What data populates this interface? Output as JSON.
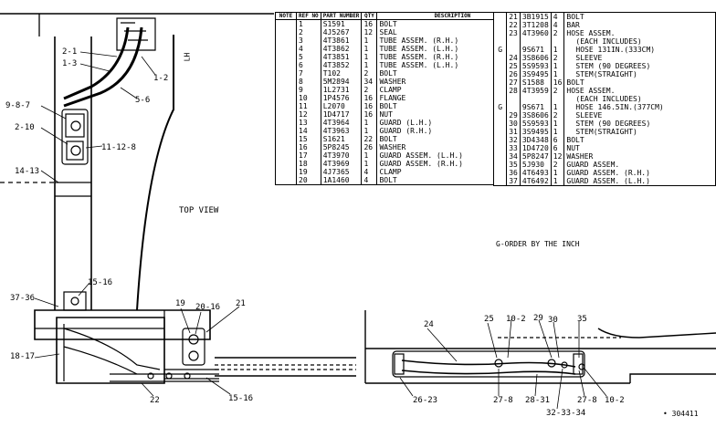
{
  "table_left": {
    "headers": [
      "NOTE",
      "REF NO",
      "PART NUMBER",
      "QTY",
      "DESCRIPTION"
    ],
    "rows": [
      [
        "",
        "1",
        "S1591",
        "16",
        "BOLT"
      ],
      [
        "",
        "2",
        "4J5267",
        "12",
        "SEAL"
      ],
      [
        "",
        "3",
        "4T3861",
        "1",
        "TUBE ASSEM. (R.H.)"
      ],
      [
        "",
        "4",
        "4T3862",
        "1",
        "TUBE ASSEM. (L.H.)"
      ],
      [
        "",
        "5",
        "4T3851",
        "1",
        "TUBE ASSEM. (R.H.)"
      ],
      [
        "",
        "6",
        "4T3852",
        "1",
        "TUBE ASSEM. (L.H.)"
      ],
      [
        "",
        "7",
        "T102",
        "2",
        "BOLT"
      ],
      [
        "",
        "8",
        "5M2894",
        "34",
        "WASHER"
      ],
      [
        "",
        "9",
        "1L2731",
        "2",
        "CLAMP"
      ],
      [
        "",
        "10",
        "1P4576",
        "16",
        "FLANGE"
      ],
      [
        "",
        "11",
        "L2070",
        "16",
        "BOLT"
      ],
      [
        "",
        "12",
        "1D4717",
        "16",
        "NUT"
      ],
      [
        "",
        "13",
        "4T3964",
        "1",
        "GUARD (L.H.)"
      ],
      [
        "",
        "14",
        "4T3963",
        "1",
        "GUARD (R.H.)"
      ],
      [
        "",
        "15",
        "S1621",
        "22",
        "BOLT"
      ],
      [
        "",
        "16",
        "5P8245",
        "26",
        "WASHER"
      ],
      [
        "",
        "17",
        "4T3970",
        "1",
        "GUARD ASSEM. (L.H.)"
      ],
      [
        "",
        "18",
        "4T3969",
        "1",
        "GUARD ASSEM. (R.H.)"
      ],
      [
        "",
        "19",
        "4J7365",
        "4",
        "CLAMP"
      ],
      [
        "",
        "20",
        "1A1460",
        "4",
        "BOLT"
      ]
    ]
  },
  "table_right": {
    "rows": [
      [
        "",
        "21",
        "3B1915",
        "4",
        "BOLT",
        false
      ],
      [
        "",
        "22",
        "3T1208",
        "4",
        "BAR",
        false
      ],
      [
        "",
        "23",
        "4T3960",
        "2",
        "HOSE ASSEM.",
        false
      ],
      [
        "",
        "",
        "",
        "",
        "(EACH INCLUDES)",
        true
      ],
      [
        "G",
        "",
        "9S671",
        "1",
        "HOSE 131IN.(333CM)",
        true
      ],
      [
        "",
        "24",
        "3S8606",
        "2",
        "SLEEVE",
        true
      ],
      [
        "",
        "25",
        "5S9593",
        "1",
        "STEM (90 DEGREES)",
        true
      ],
      [
        "",
        "26",
        "3S9495",
        "1",
        "STEM(STRAIGHT)",
        true
      ],
      [
        "",
        "27",
        "S1588",
        "16",
        "BOLT",
        false
      ],
      [
        "",
        "28",
        "4T3959",
        "2",
        "HOSE ASSEM.",
        false
      ],
      [
        "",
        "",
        "",
        "",
        "(EACH INCLUDES)",
        true
      ],
      [
        "G",
        "",
        "9S671",
        "1",
        "HOSE 146.5IN.(377CM)",
        true
      ],
      [
        "",
        "29",
        "3S8606",
        "2",
        "SLEEVE",
        true
      ],
      [
        "",
        "30",
        "5S9593",
        "1",
        "STEM (90 DEGREES)",
        true
      ],
      [
        "",
        "31",
        "3S9495",
        "1",
        "STEM(STRAIGHT)",
        true
      ],
      [
        "",
        "32",
        "3D4348",
        "6",
        "BOLT",
        false
      ],
      [
        "",
        "33",
        "1D4720",
        "6",
        "NUT",
        false
      ],
      [
        "",
        "34",
        "5P8247",
        "12",
        "WASHER",
        false
      ],
      [
        "",
        "35",
        "5J930",
        "2",
        "GUARD ASSEM.",
        false
      ],
      [
        "",
        "36",
        "4T6493",
        "1",
        "GUARD ASSEM. (R.H.)",
        false
      ],
      [
        "",
        "37",
        "4T6492",
        "1",
        "GUARD ASSEM. (L.H.)",
        false
      ]
    ],
    "note": "G-ORDER BY THE INCH"
  },
  "drawing": {
    "top_view_label": "TOP VIEW",
    "stamp": "LH",
    "serial": "• 304411",
    "callouts": {
      "c1": "2-1",
      "c2": "1-3",
      "c3": "1-2",
      "c4": "5-6",
      "c5": "9-8-7",
      "c6": "2-10",
      "c7": "11-12-8",
      "c8": "14-13",
      "c9": "15-16",
      "c10": "37-36",
      "c11": "18-17",
      "c12": "19",
      "c13": "20-16",
      "c14": "21",
      "c15": "22",
      "c16": "15-16",
      "c17": "24",
      "c18": "25",
      "c19": "10-2",
      "c20": "29",
      "c21": "30",
      "c22": "35",
      "c23": "26-23",
      "c24": "27-8",
      "c25": "28-31",
      "c26": "32-33-34",
      "c27": "27-8",
      "c28": "10-2"
    }
  },
  "colors": {
    "ink": "#000000",
    "paper": "#ffffff"
  }
}
